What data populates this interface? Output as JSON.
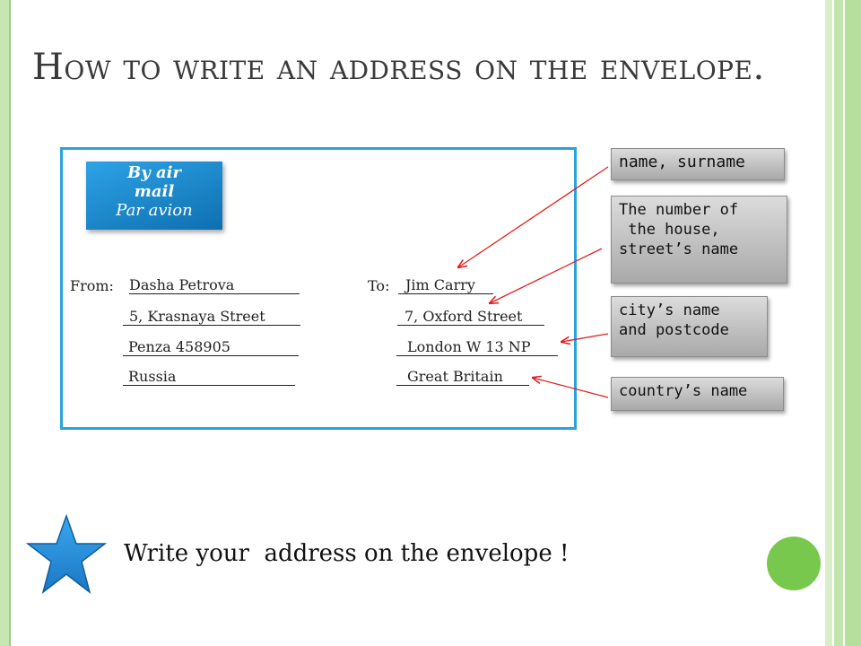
{
  "title": "How to write an address on the envelope.",
  "stamp": {
    "line1": "By air",
    "line2": "mail",
    "line3": "Par avion"
  },
  "sender": {
    "label": "From:",
    "name": "Dasha Petrova",
    "street": "5, Krasnaya Street",
    "city": "Penza 458905",
    "country": "Russia"
  },
  "recipient": {
    "label": "To:",
    "name": "Jim Carry",
    "street": "7, Oxford Street",
    "city": "London W 13 NP",
    "country": "Great Britain"
  },
  "callouts": {
    "name": "name, surname",
    "house_l1": "The number of",
    "house_l2": " the house,",
    "house_l3": "street’s name",
    "city_l1": "city’s name",
    "city_l2": "and postcode",
    "country": "country’s name"
  },
  "instruction": "Write your  address on the envelope !",
  "colors": {
    "envelope_border": "#29a3db",
    "stamp": "#0e6fb0",
    "arrow": "#e02020",
    "star": "#2a8fd8",
    "green_dot": "#79c84e",
    "frame": "#b6df9e"
  },
  "icons": [
    "star-icon",
    "green-circle"
  ]
}
